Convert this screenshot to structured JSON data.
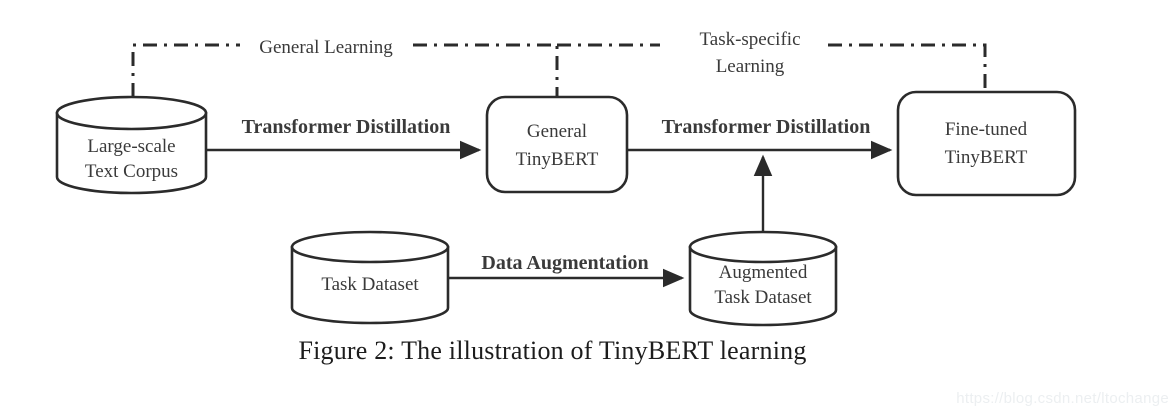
{
  "figure": {
    "caption": "Figure 2: The illustration of TinyBERT learning",
    "watermark": "https://blog.csdn.net/ltochange",
    "colors": {
      "edge_label": "#ed3b63",
      "stroke": "#2b2b2b",
      "node_text": "#3a3a3a",
      "caption": "#1c1c1c",
      "watermark": "#eceff1",
      "background": "#ffffff"
    }
  },
  "nodes": {
    "large_scale_text_corpus": {
      "shape": "cylinder",
      "line1": "Large-scale",
      "line2": "Text Corpus"
    },
    "general_tinybert": {
      "shape": "rounded-rect",
      "line1": "General",
      "line2": "TinyBERT"
    },
    "fine_tuned_tinybert": {
      "shape": "rounded-rect",
      "line1": "Fine-tuned",
      "line2": "TinyBERT"
    },
    "task_dataset": {
      "shape": "cylinder",
      "line1": "Task Dataset",
      "line2": ""
    },
    "augmented_task_dataset": {
      "shape": "cylinder",
      "line1": "Augmented",
      "line2": "Task Dataset"
    }
  },
  "edges": {
    "corpus_to_general": {
      "label": "Transformer Distillation",
      "style": "solid-arrow"
    },
    "general_to_finetuned": {
      "label": "Transformer Distillation",
      "style": "solid-arrow"
    },
    "task_to_augmented": {
      "label": "Data Augmentation",
      "style": "solid-arrow"
    },
    "augmented_to_distillation": {
      "label": "",
      "style": "solid-arrow-up"
    }
  },
  "brackets": {
    "general_learning": {
      "line1": "General Learning",
      "line2": "",
      "style": "dash-dot"
    },
    "task_specific_learning": {
      "line1": "Task-specific",
      "line2": "Learning",
      "style": "dash-dot"
    }
  }
}
